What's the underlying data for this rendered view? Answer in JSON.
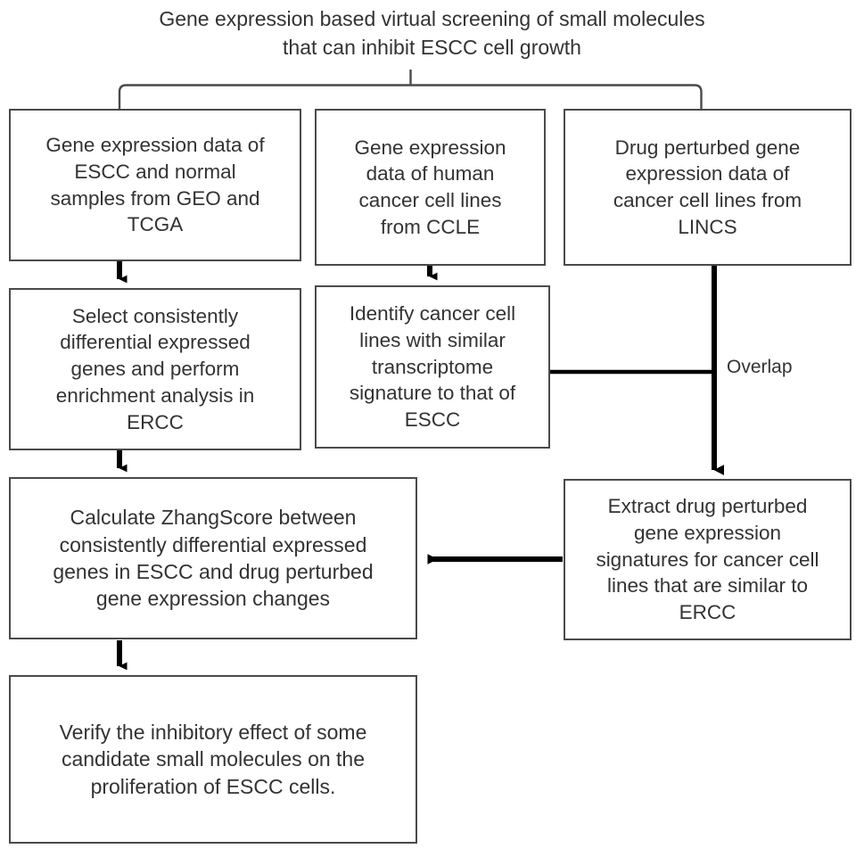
{
  "figure": {
    "title": "Gene expression based virtual screening of small molecules\nthat can inhibit ESCC cell growth",
    "type": "flowchart",
    "colors": {
      "box_border": "#4a4a4a",
      "text": "#333333",
      "arrow": "#000000",
      "background": "#ffffff"
    }
  },
  "nodes": [
    {
      "id": "geo_tcga",
      "label": "Gene expression data of\nESCC and normal\nsamples from GEO and\nTCGA"
    },
    {
      "id": "ccle",
      "label": "Gene expression\ndata of human\ncancer cell lines\nfrom CCLE"
    },
    {
      "id": "lincs",
      "label": "Drug perturbed gene\nexpression data of\ncancer cell lines from\nLINCS"
    },
    {
      "id": "select_deg",
      "label": "Select consistently\ndifferential expressed\ngenes and perform\nenrichment analysis in\nERCC"
    },
    {
      "id": "identify_lines",
      "label": "Identify cancer cell\nlines with similar\ntranscriptome\nsignature to that of\nESCC"
    },
    {
      "id": "zhang_score",
      "label": "Calculate ZhangScore between\nconsistently differential expressed\ngenes in ESCC and drug perturbed\ngene expression changes"
    },
    {
      "id": "extract_sig",
      "label": "Extract drug perturbed\ngene expression\nsignatures for cancer cell\nlines that are similar to\nERCC"
    },
    {
      "id": "verify",
      "label": "Verify the inhibitory effect of some\ncandidate small molecules on the\nproliferation of ESCC cells."
    }
  ],
  "edge_labels": {
    "overlap": "Overlap"
  }
}
